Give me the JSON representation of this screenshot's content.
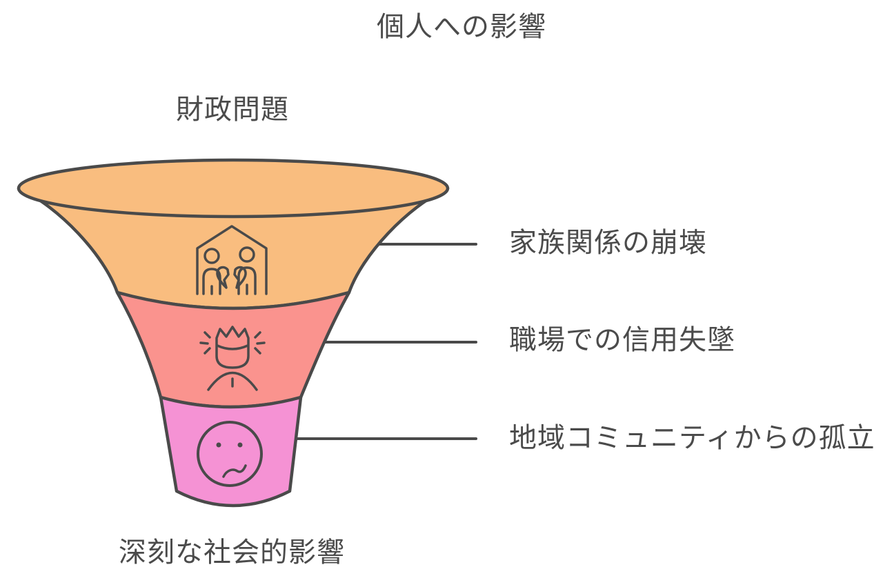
{
  "title": "個人への影響",
  "funnel": {
    "top_label": "財政問題",
    "bottom_label": "深刻な社会的影響",
    "stages": [
      {
        "label": "家族関係の崩壊",
        "color": "#F9BD7F",
        "icon": "broken-family-house-icon"
      },
      {
        "label": "職場での信用失墜",
        "color": "#FA938E",
        "icon": "angry-person-icon"
      },
      {
        "label": "地域コミュニティからの孤立",
        "color": "#F592D4",
        "icon": "sad-face-icon"
      }
    ]
  },
  "colors": {
    "outline": "#4A4A4A",
    "text": "#4B4B4B",
    "background": "#FFFFFF"
  }
}
